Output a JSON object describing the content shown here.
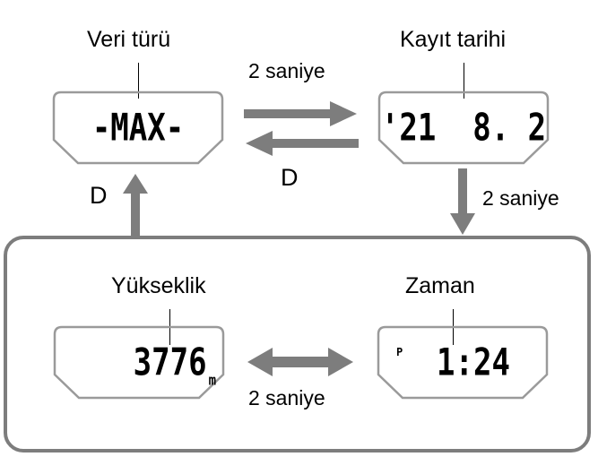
{
  "colors": {
    "arrow": "#7d7d7d",
    "lcd_border": "#9a9a9a",
    "group_border": "#7d7d7d",
    "text": "#000000",
    "background": "#ffffff"
  },
  "labels": {
    "data_type": "Veri türü",
    "record_date": "Kayıt tarihi",
    "altitude": "Yükseklik",
    "time": "Zaman"
  },
  "displays": {
    "data_type_value": "-MAX-",
    "record_date_value": "'21  8. 2",
    "altitude_value": "3776",
    "altitude_unit": "m",
    "time_value": "1:24",
    "time_indicator": "P"
  },
  "transitions": {
    "top_right_delay": "2 saniye",
    "top_left_button": "D",
    "top_return_button": "D",
    "down_delay": "2 saniye",
    "bottom_delay": "2 saniye"
  }
}
